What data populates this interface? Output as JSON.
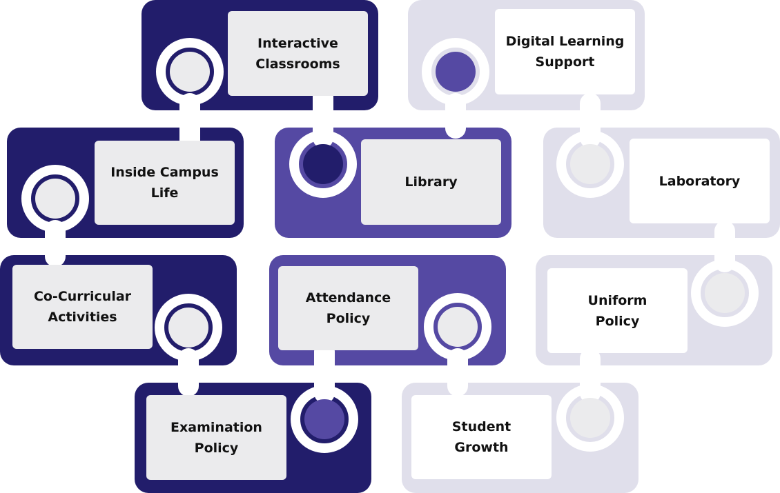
{
  "colors": {
    "navy": "#221d6b",
    "purple": "#5549a3",
    "lavender": "#e0dfeb",
    "card_grey": "#ebebed",
    "card_white": "#ffffff",
    "ring": "#ffffff",
    "text": "#111111"
  },
  "tiles": [
    {
      "id": "interactive-classrooms",
      "label": "Interactive\nClassrooms",
      "theme": "navy"
    },
    {
      "id": "digital-learning-support",
      "label": "Digital Learning\nSupport",
      "theme": "lavender"
    },
    {
      "id": "inside-campus-life",
      "label": "Inside Campus\nLife",
      "theme": "navy"
    },
    {
      "id": "library",
      "label": "Library",
      "theme": "purple"
    },
    {
      "id": "laboratory",
      "label": "Laboratory",
      "theme": "lavender"
    },
    {
      "id": "co-curricular-activities",
      "label": "Co-Curricular\nActivities",
      "theme": "navy"
    },
    {
      "id": "attendance-policy",
      "label": "Attendance\nPolicy",
      "theme": "purple"
    },
    {
      "id": "uniform-policy",
      "label": "Uniform\nPolicy",
      "theme": "lavender"
    },
    {
      "id": "examination-policy",
      "label": "Examination\nPolicy",
      "theme": "navy"
    },
    {
      "id": "student-growth",
      "label": "Student\nGrowth",
      "theme": "lavender"
    }
  ]
}
